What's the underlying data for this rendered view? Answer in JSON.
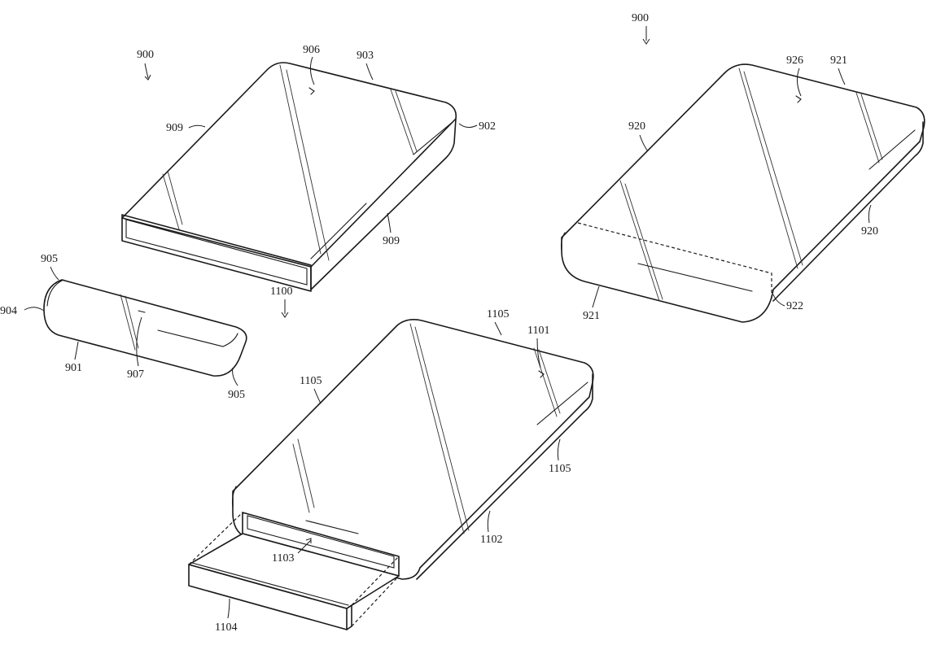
{
  "colors": {
    "line": "#1a1a1a",
    "background": "#ffffff"
  },
  "labels": {
    "fig900a": "900",
    "l906": "906",
    "l903": "903",
    "l909_top": "909",
    "l902": "902",
    "l909_bottom": "909",
    "l905_top": "905",
    "l904": "904",
    "l901": "901",
    "l907": "907",
    "l905_bottom": "905",
    "fig1100": "1100",
    "fig900b": "900",
    "l926": "926",
    "l921_top": "921",
    "l920_left": "920",
    "l920_right": "920",
    "l921_bottom": "921",
    "l922": "922",
    "l1105_top": "1105",
    "l1101": "1101",
    "l1105_left": "1105",
    "l1105_right": "1105",
    "l1102": "1102",
    "l1103": "1103",
    "l1104": "1104"
  }
}
